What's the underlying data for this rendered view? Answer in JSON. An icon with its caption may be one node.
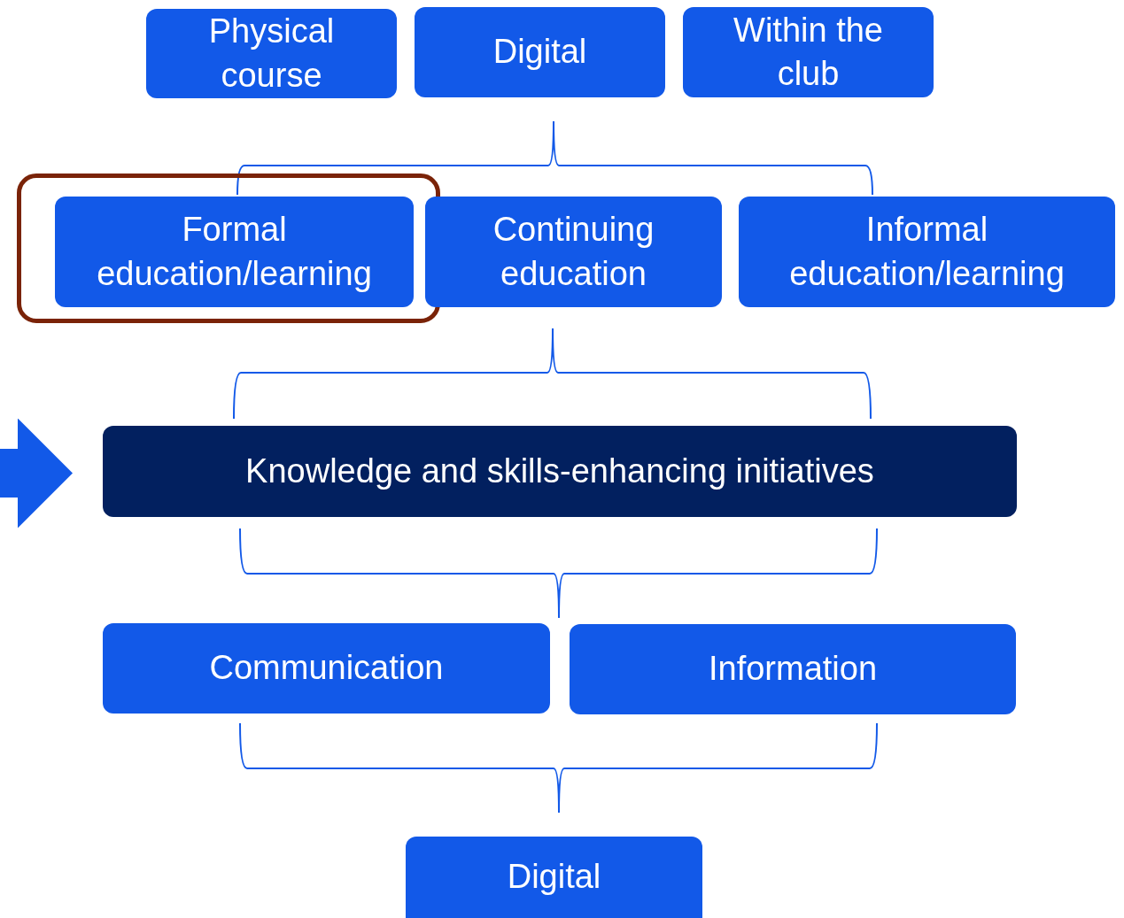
{
  "diagram": {
    "nodes": [
      {
        "text": [
          "Physical course"
        ]
      },
      {
        "text": [
          "Digital"
        ]
      },
      {
        "text": [
          "Within the club"
        ]
      },
      {
        "text": [],
        "shape": "box"
      },
      {
        "text": [
          "Formal education/learning"
        ],
        "in": 3
      },
      {
        "text": [
          "Continuing education"
        ]
      },
      {
        "text": [
          "Informal education/learning"
        ]
      },
      {
        "text": [
          "Knowledge and skills-enhancing initiatives"
        ]
      },
      {
        "text": [
          "Communication"
        ]
      },
      {
        "text": [
          "Information"
        ]
      },
      {
        "text": [
          "Digital"
        ]
      }
    ],
    "edges": [
      {
        "from": null,
        "to": 7,
        "arrow": "to"
      }
    ]
  }
}
